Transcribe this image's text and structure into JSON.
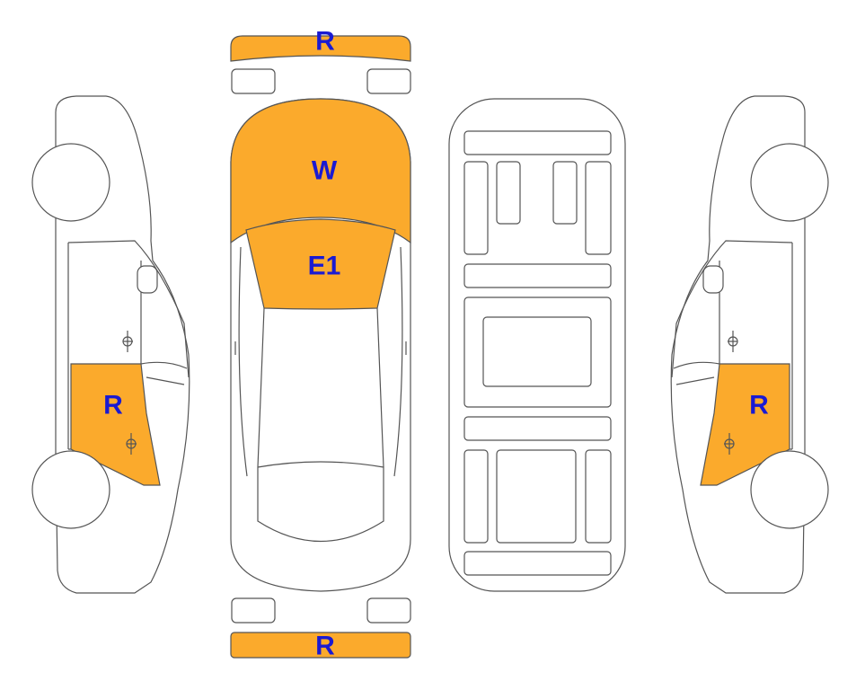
{
  "colors": {
    "damage_fill": "#FBAA2C",
    "label_text": "#1A1AD2",
    "outline": "#555555"
  },
  "markers": {
    "front_bumper": "R",
    "windshield": "W",
    "hood": "E1",
    "rear_bumper": "R",
    "left_rear_door": "R",
    "right_rear_door": "R"
  }
}
